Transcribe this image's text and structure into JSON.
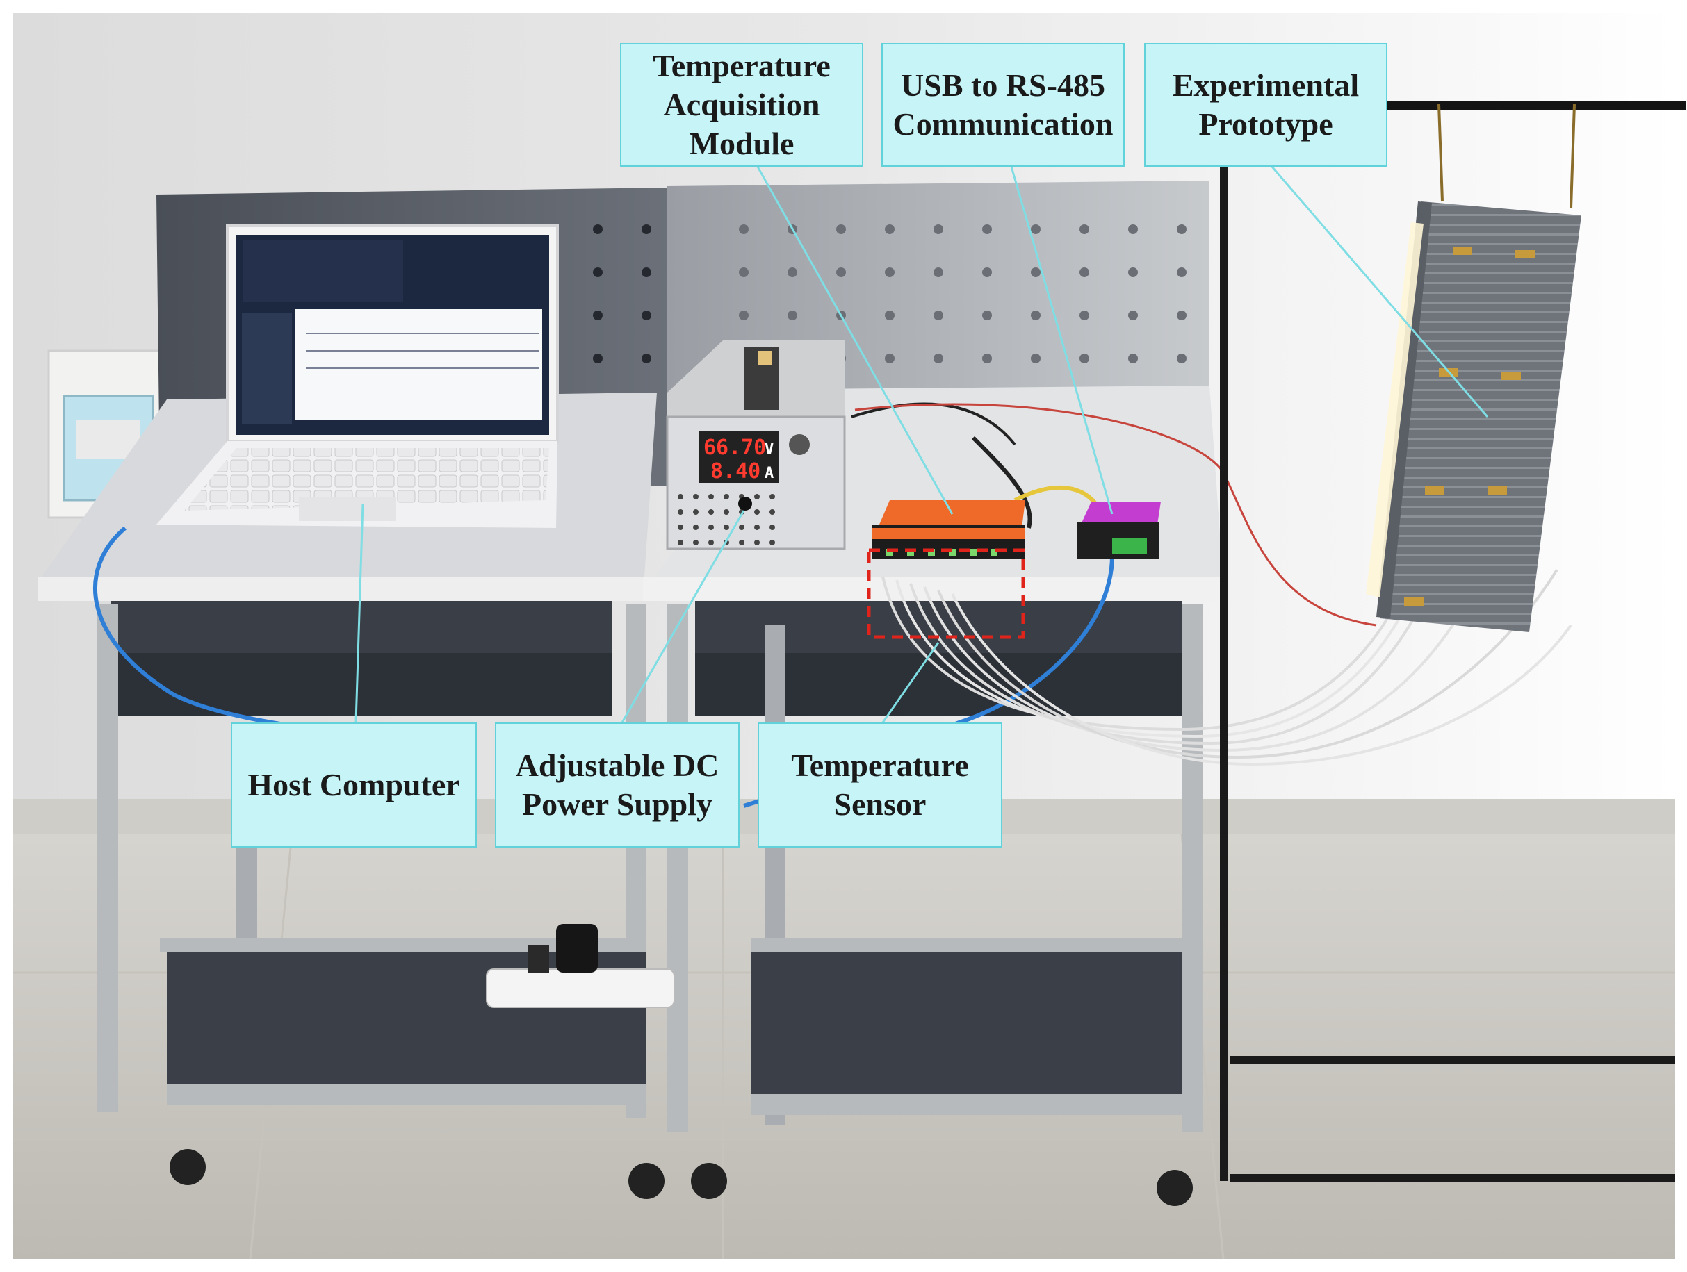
{
  "labels": {
    "temperature_acquisition_module": [
      "Temperature",
      "Acquisition",
      "Module"
    ],
    "usb_to_rs485": [
      "USB to RS-485",
      "Communication"
    ],
    "experimental_prototype": [
      "Experimental",
      "Prototype"
    ],
    "host_computer": [
      "Host Computer"
    ],
    "adjustable_dc_power_supply": [
      "Adjustable DC",
      "Power Supply"
    ],
    "temperature_sensor": [
      "Temperature",
      "Sensor"
    ]
  },
  "power_supply_display": {
    "voltage": "66.70",
    "voltage_unit": "V",
    "current": "8.40",
    "current_unit": "A"
  },
  "colors": {
    "label_fill": "#c6f4f7",
    "label_border": "#62d2da",
    "leader_line": "#7fdde4",
    "sensor_highlight": "#e0241b",
    "acquisition_module_orange": "#ef6a28",
    "rs485_module_magenta": "#c23dd0"
  }
}
